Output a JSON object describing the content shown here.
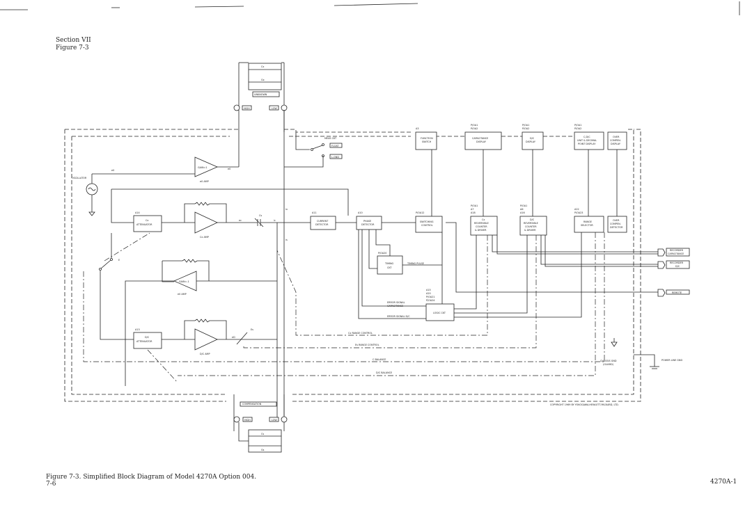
{
  "header": {
    "section": "Section VII",
    "figure": "Figure 7-3"
  },
  "caption": {
    "title": "Figure 7-3. Simplified Block Diagram of Model 4270A Option 004.",
    "page": "7-6"
  },
  "doc_id": "4270A-1",
  "copyright": "COPYRIGHT 1969 BY YOKOGAWA-HEWLETT-PACKARD, LTD.",
  "labels": {
    "cx": "Cx",
    "gx": "Gx",
    "unknown": "UNKNOWN",
    "high": "HIGH",
    "low": "LOW",
    "meas_ckt": "MEAS CKT",
    "float": "FLOAT",
    "l_gnd": "L-GND",
    "oscillator": "OSCILLATOR",
    "e0": "e0",
    "gain1": "GAIN=1",
    "e0_amp": "e0 AMP",
    "e0b": "e0",
    "a14": "A14",
    "cx_att_1": "Cx",
    "cx_att_2": "ATTENUATOR",
    "cx_amp": "Cx AMP",
    "ec": "ec",
    "cs": "Cs",
    "ic": "ic",
    "ix": "ix",
    "is": "is",
    "a11": "A11",
    "current_1": "CURRENT",
    "current_2": "DETECTOR",
    "a10": "A10",
    "phase_1": "PHASE",
    "phase_2": "DETECTOR",
    "p10a20": "P/OA20",
    "timing_1": "TIMING",
    "timing_2": "CKT",
    "timing_pulse": "TIMING PULSE",
    "gain_m1": "GAIN=-1",
    "e0_amp2": "e0 AMP",
    "a13": "A13",
    "dc_att_1": "D/C",
    "dc_att_2": "ATTENUATOR",
    "dc_amp": "D/C AMP",
    "ed": "eD",
    "es": "Es",
    "a3": "A3",
    "func_1": "FUNCTION",
    "func_2": "SWITCH",
    "pa12": "P/OA12",
    "switch_1": "SWITCHING",
    "switch_2": "CONTROL",
    "pa1": "P/OA1",
    "pa2": "P/OA2",
    "cap_1": "CAPACITANCE",
    "cap_2": "DISPLAY",
    "dcd_1": "D/C",
    "dcd_2": "DISPLAY",
    "unit_1": "C,D/C",
    "unit_2": "UNIT & DECIMAL",
    "unit_3": "POINT DISPLAY",
    "over_1": "OVER",
    "over_2": "COMPEN.",
    "over_3": "DISPLAY",
    "a7": "A7",
    "a18": "A18",
    "cx_rev_1": "Cx",
    "cx_rev_2": "REVERSIBLE",
    "cx_rev_3": "COUNTER",
    "cx_rev_4": "& DRIVER",
    "a6": "A6",
    "a16": "A16",
    "dc_rev_1": "D/C",
    "dc_rev_2": "REVERSIBLE",
    "dc_rev_3": "COUNTER",
    "dc_rev_4": "& DRIVER",
    "a22": "A22",
    "pa23": "P/OA23",
    "range_1": "RANGE",
    "range_2": "SELECTOR",
    "ovd_1": "OVER",
    "ovd_2": "COMPEN.",
    "ovd_3": "DETECTOR",
    "a15": "A15",
    "a20": "A20",
    "pa21": "P/OA21",
    "pa24": "P/OA24",
    "logic": "LOGIC CKT",
    "err_cap_1": "ERROR SIGNAL",
    "err_cap_2": "CAPACITANCE",
    "err_dc": "ERROR SIGNAL D/C",
    "cx_range": "Cx RANGE CONTROL",
    "es_range": "Es RANGE CONTROL",
    "c_bal": "C BALANCE",
    "dc_bal": "D/C BALANCE",
    "rec_cap_1": "RECORDER",
    "rec_cap_2": "CAPACITANCE",
    "rec_dc_1": "RECORDER",
    "rec_dc_2": "D/C",
    "remote": "REMOTE",
    "chassis_1": "CHASSIS GND",
    "chassis_2": "(GUARD)",
    "power_gnd": "POWER LINE GND",
    "compensation": "COMPENSATION",
    "high2": "HIGH",
    "low2": "LOW",
    "cs_b": "Cs",
    "gs": "Gs",
    "e_label": "E"
  }
}
